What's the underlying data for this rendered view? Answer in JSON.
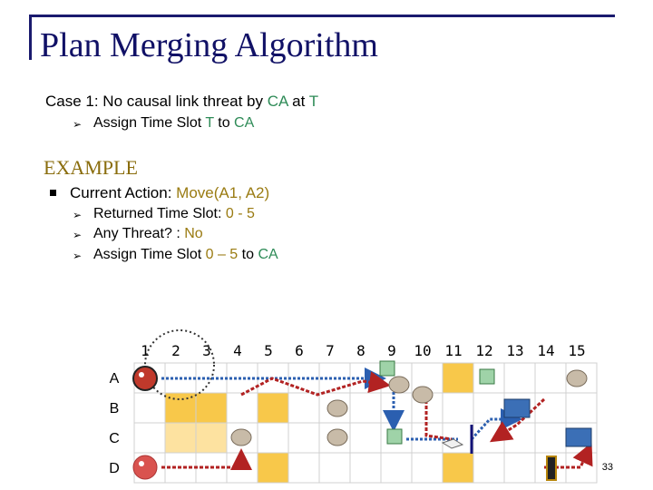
{
  "slide": {
    "title": "Plan Merging Algorithm",
    "case_line": {
      "prefix": "Case 1: No causal link threat by ",
      "ca": "CA",
      "at": " at ",
      "t": "T"
    },
    "assign_line": {
      "prefix": "Assign Time Slot ",
      "t": "T",
      "to": " to ",
      "ca": "CA"
    },
    "example_heading": "EXAMPLE",
    "current_action": {
      "label": "Current Action: ",
      "value": "Move(A1, A2)"
    },
    "returned_slot": {
      "label": "Returned Time Slot: ",
      "value": "0 - 5"
    },
    "any_threat": {
      "label": "Any Threat? : ",
      "value": "No"
    },
    "assign_example": {
      "prefix": "Assign Time Slot ",
      "slot": "0 – 5",
      "to": " to ",
      "ca": "CA"
    },
    "page_number": "33"
  },
  "grid": {
    "columns": [
      "1",
      "2",
      "3",
      "4",
      "5",
      "6",
      "7",
      "8",
      "9",
      "10",
      "11",
      "12",
      "13",
      "14",
      "15"
    ],
    "rows": [
      "A",
      "B",
      "C",
      "D"
    ],
    "highlight_color": "#f8c84a",
    "light_highlight_color": "#fde2a0"
  },
  "colors": {
    "title": "#111166",
    "teal": "#2e8b57",
    "olive": "#9a7b12",
    "path_red": "#b22222",
    "path_blue": "#2b5fb0"
  },
  "icons": [
    "robot-a-icon",
    "robot-d-icon",
    "monkey-icon",
    "solar-panel-icon",
    "battery-icon",
    "flag-icon",
    "crate-icon"
  ]
}
